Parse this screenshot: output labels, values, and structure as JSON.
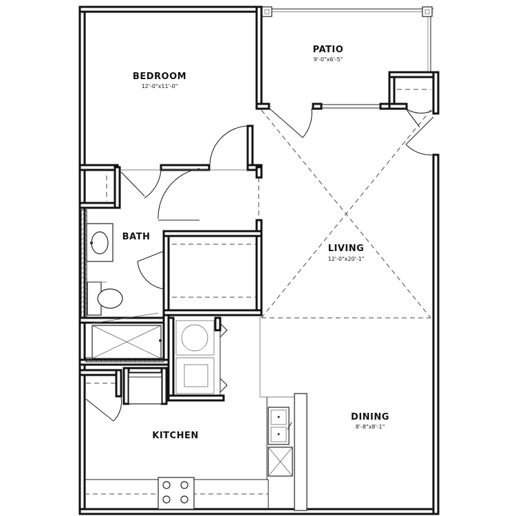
{
  "rooms": {
    "bedroom": {
      "name": "BEDROOM",
      "dims": "12'-0\"x11'-0\""
    },
    "patio": {
      "name": "PATIO",
      "dims": "9'-0\"x6'-5\""
    },
    "bath": {
      "name": "BATH"
    },
    "living": {
      "name": "LIVING",
      "dims": "12'-0\"x20'-1\""
    },
    "dining": {
      "name": "DINING",
      "dims": "8'-8\"x8'-1\""
    },
    "kitchen": {
      "name": "KITCHEN"
    }
  },
  "colors": {
    "line": "#111111",
    "background": "#ffffff"
  }
}
